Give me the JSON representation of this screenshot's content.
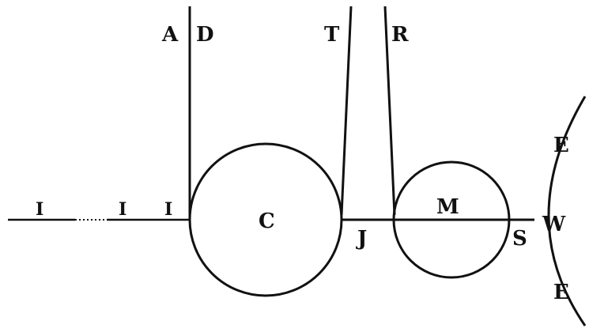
{
  "labels": {
    "a": "A",
    "d": "D",
    "t": "T",
    "r": "R",
    "c": "C",
    "m": "M",
    "j": "J",
    "s": "S",
    "w": "W",
    "e_top": "E",
    "e_bottom": "E",
    "i_1": "I",
    "i_2": "I",
    "i_3": "I"
  }
}
